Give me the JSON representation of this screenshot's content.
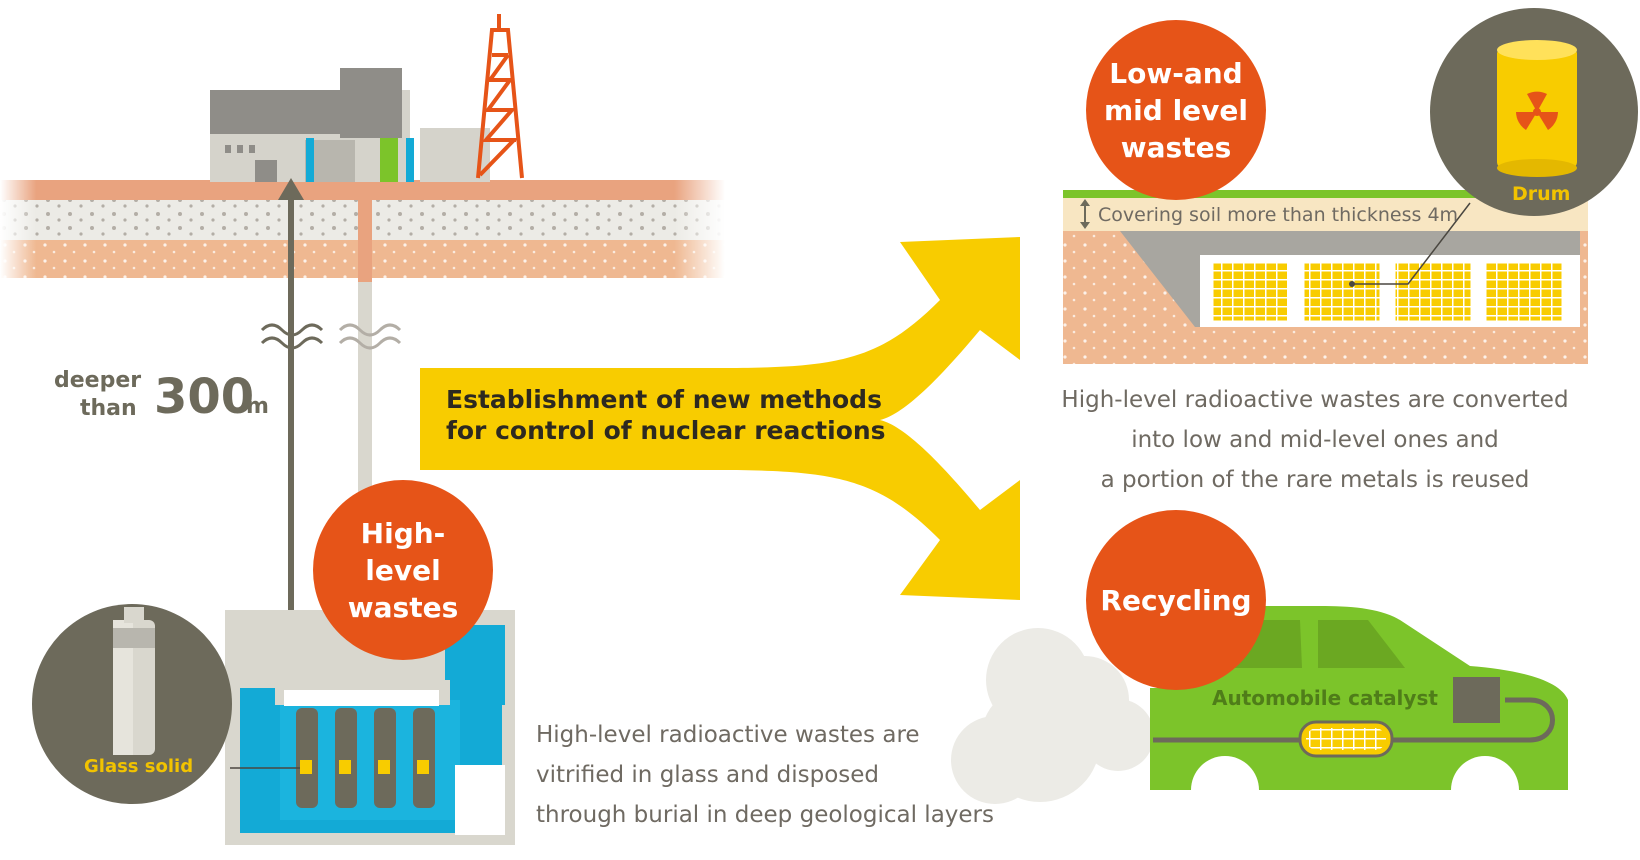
{
  "labels": {
    "depth_prefix_1": "deeper",
    "depth_prefix_2": "than",
    "depth_value": "300",
    "depth_unit": "m",
    "central_method_line1": "Establishment of new methods",
    "central_method_line2": "for control of nuclear reactions",
    "bubble_low_mid": "Low-and mid level wastes",
    "bubble_high": "High-level wastes",
    "bubble_recycling": "Recycling",
    "drum_label": "Drum",
    "soil_note": "Covering soil more than thickness 4m",
    "glass_label": "Glass solid",
    "catalyst_label": "Automobile catalyst"
  },
  "captions": {
    "right_top": [
      "High-level radioactive wastes are converted",
      "into low and mid-level ones and",
      "a portion of the rare metals is reused"
    ],
    "bottom": [
      "High-level radioactive wastes are",
      "vitrified in glass and disposed",
      "through burial in deep geological layers"
    ]
  },
  "colors": {
    "orange": "#e65418",
    "yellow": "#f8cc00",
    "grey_text": "#6f6a62",
    "dark_circle": "#6d6a5b",
    "blue_water": "#13aad6",
    "green_car": "#7cc42a",
    "soil": "#efb891"
  }
}
